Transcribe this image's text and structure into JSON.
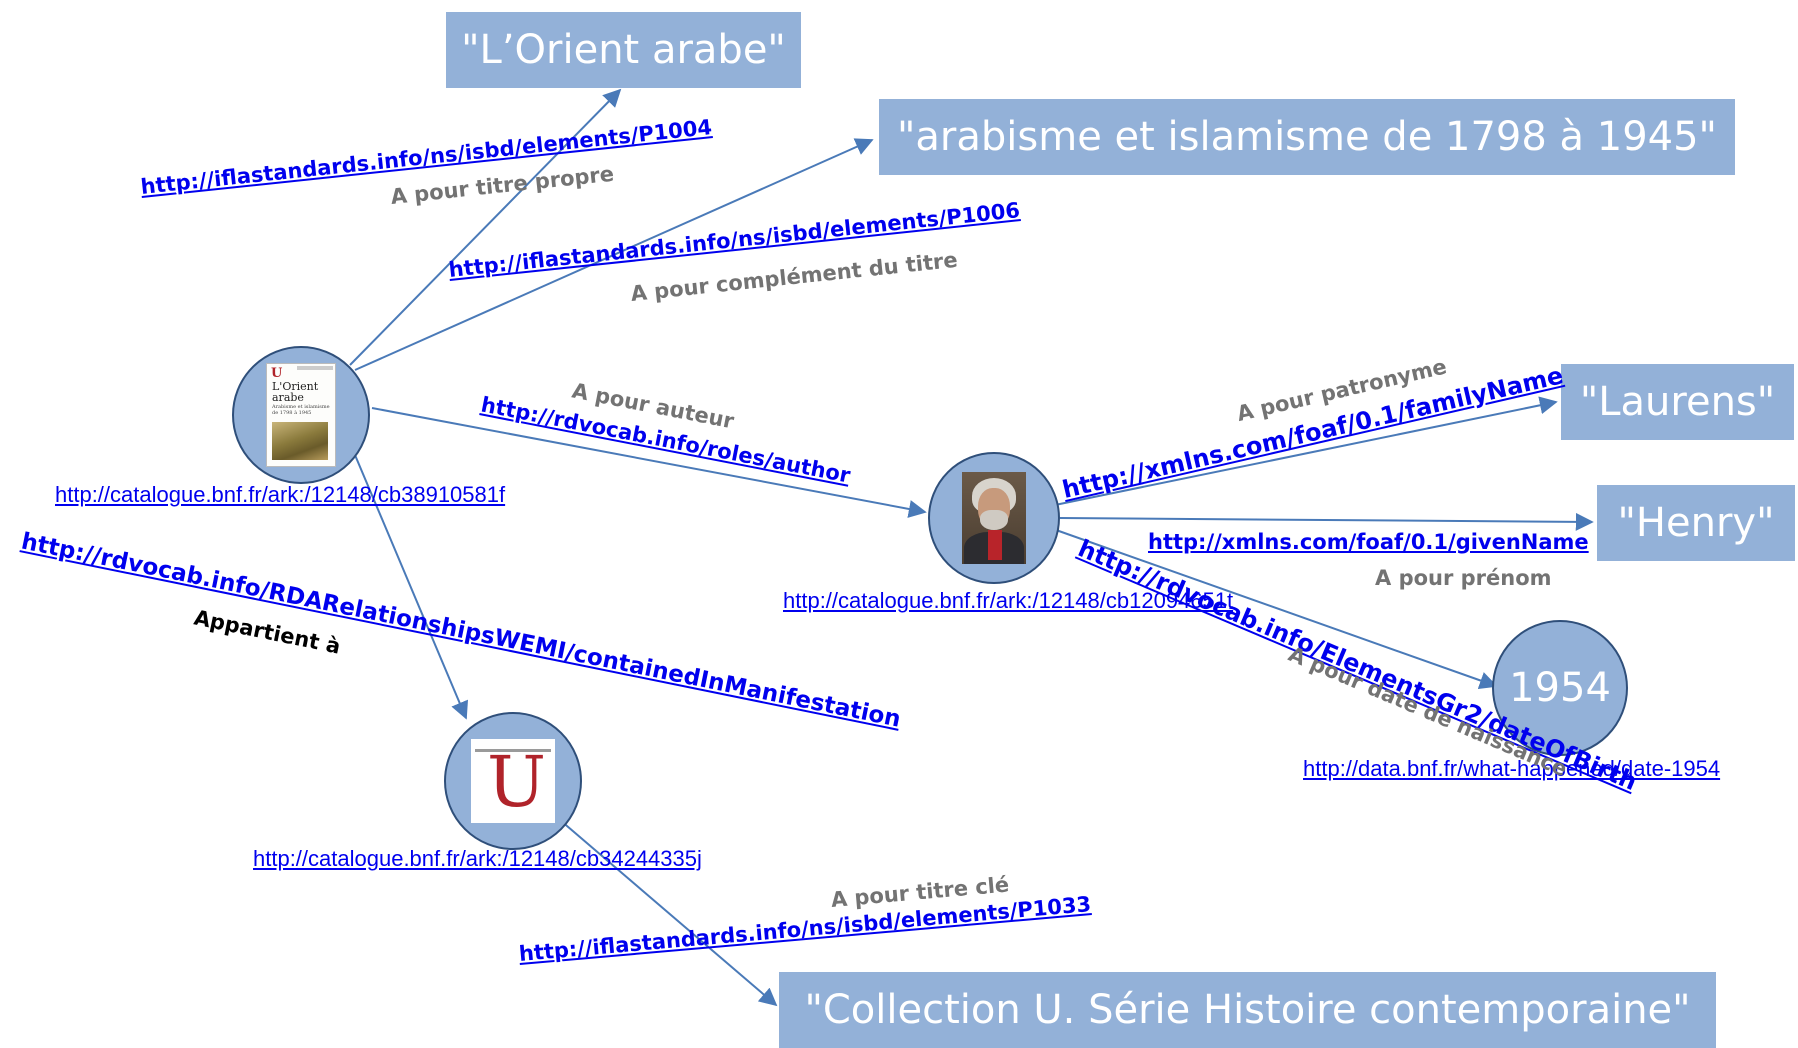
{
  "literals": {
    "title_proper": "\"L’Orient arabe\"",
    "title_complement": "\"arabisme et islamisme de 1798 à 1945\"",
    "family_name": "\"Laurens\"",
    "given_name": "\"Henry\"",
    "key_title": "\"Collection U. Série Histoire contemporaine\"",
    "birth_year": "1954"
  },
  "uris": {
    "book": "http://catalogue.bnf.fr/ark:/12148/cb38910581f",
    "author": "http://catalogue.bnf.fr/ark:/12148/cb12094651t",
    "collection": "http://catalogue.bnf.fr/ark:/12148/cb34244335j",
    "date": "http://data.bnf.fr/what-happened/date-1954"
  },
  "properties": {
    "p1004": {
      "uri": "http://iflastandards.info/ns/isbd/elements/P1004",
      "label": "A pour titre propre"
    },
    "p1006": {
      "uri": "http://iflastandards.info/ns/isbd/elements/P1006",
      "label": "A pour complément du titre"
    },
    "author": {
      "uri": "http://rdvocab.info/roles/author",
      "label": "A pour auteur"
    },
    "family_name": {
      "uri": "http://xmlns.com/foaf/0.1/familyName",
      "label": "A pour patronyme"
    },
    "given_name": {
      "uri": "http://xmlns.com/foaf/0.1/givenName",
      "label": "A pour prénom"
    },
    "date_of_birth": {
      "uri": "http://rdvocab.info/ElementsGr2/dateOfBirth",
      "label": "A pour date de naissance"
    },
    "contained_in": {
      "uri": "http://rdvocab.info/RDARelationshipsWEMI/containedInManifestation",
      "label": "Appartient à"
    },
    "p1033": {
      "uri": "http://iflastandards.info/ns/isbd/elements/P1033",
      "label": "A pour titre clé"
    }
  },
  "cover": {
    "u": "U",
    "title": "L'Orient arabe",
    "subtitle": "Arabisme et islamisme de 1798 à 1945"
  },
  "colors": {
    "node_fill": "#93b1d8",
    "node_border": "#2f4f7a",
    "edge": "#4a7ab8",
    "link": "#0000ee",
    "label_gray": "#737373"
  }
}
